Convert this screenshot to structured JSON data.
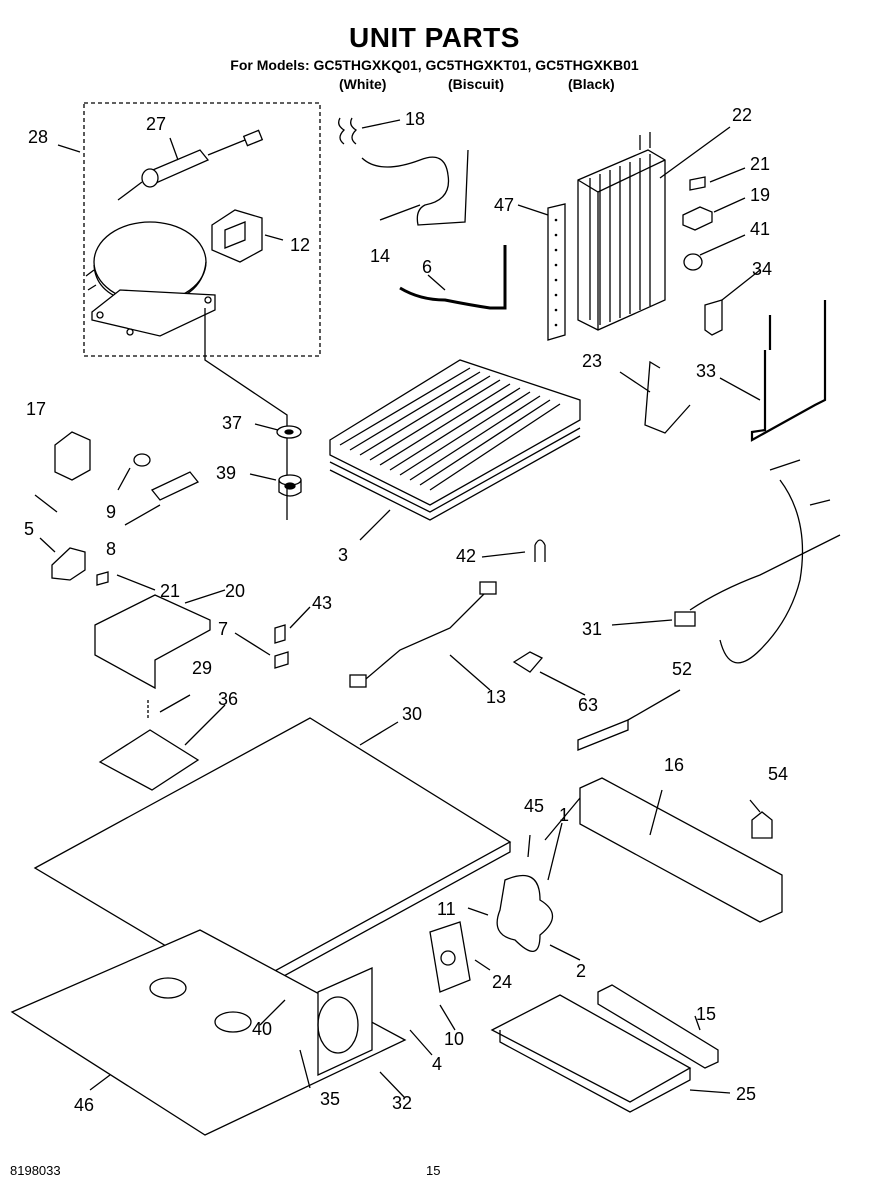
{
  "header": {
    "title": "UNIT PARTS",
    "models_line": "For Models: GC5THGXKQ01, GC5THGXKT01, GC5THGXKB01",
    "colors": [
      "(White)",
      "(Biscuit)",
      "(Black)"
    ]
  },
  "callouts": {
    "c1": "1",
    "c2": "2",
    "c3": "3",
    "c4": "4",
    "c5": "5",
    "c6": "6",
    "c7": "7",
    "c8": "8",
    "c9": "9",
    "c10": "10",
    "c11": "11",
    "c12": "12",
    "c13": "13",
    "c14": "14",
    "c15": "15",
    "c16": "16",
    "c17": "17",
    "c18": "18",
    "c19": "19",
    "c20": "20",
    "c21a": "21",
    "c21b": "21",
    "c22": "22",
    "c23": "23",
    "c24": "24",
    "c25": "25",
    "c27": "27",
    "c28": "28",
    "c29": "29",
    "c30": "30",
    "c31": "31",
    "c32": "32",
    "c33": "33",
    "c34": "34",
    "c35": "35",
    "c36": "36",
    "c37": "37",
    "c39": "39",
    "c40": "40",
    "c41": "41",
    "c42": "42",
    "c43": "43",
    "c45": "45",
    "c46": "46",
    "c47": "47",
    "c52": "52",
    "c54": "54",
    "c63": "63"
  },
  "footer": {
    "doc_number": "8198033",
    "page_number": "15"
  }
}
